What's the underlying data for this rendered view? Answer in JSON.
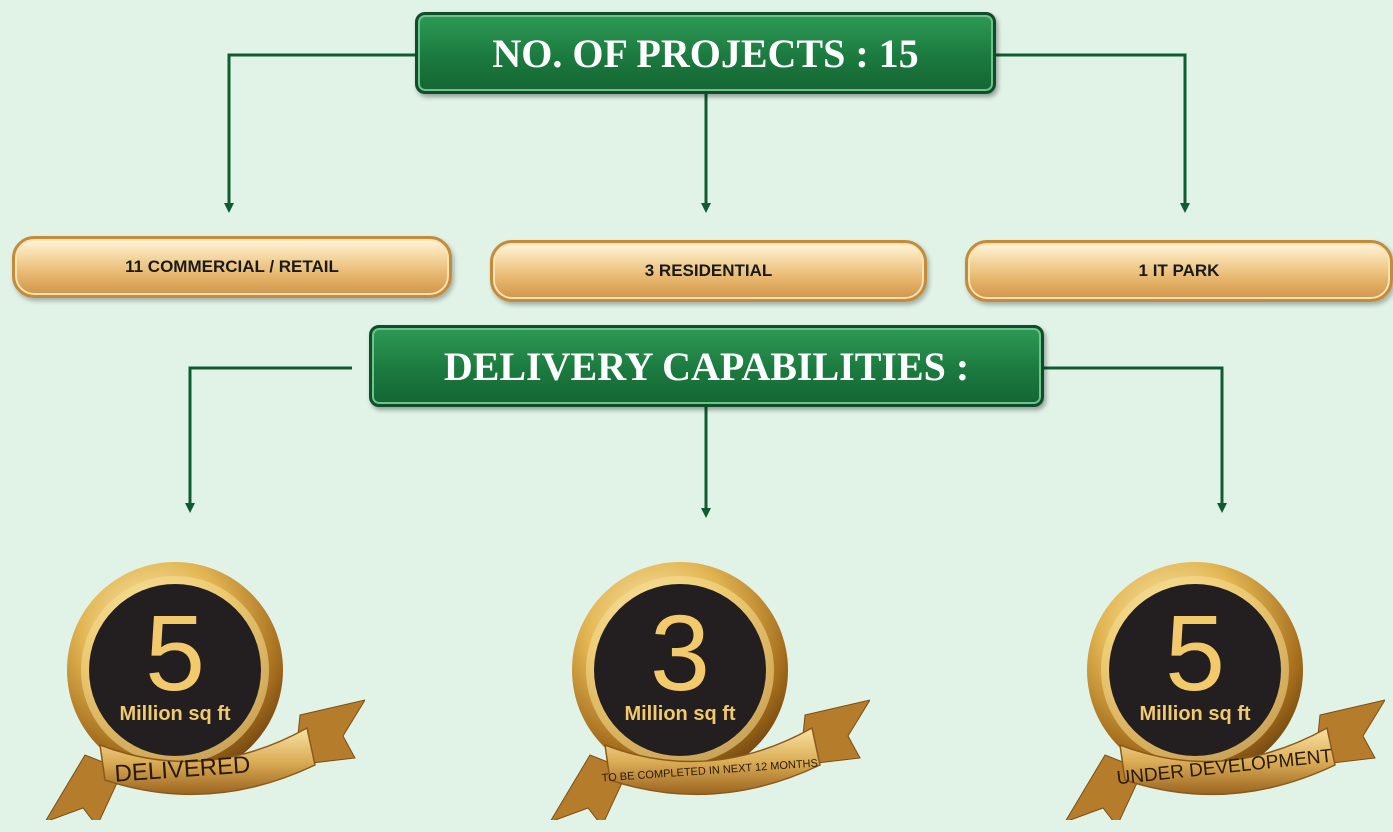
{
  "projects_header": "NO. OF PROJECTS : 15",
  "project_types": [
    {
      "label": "11 COMMERCIAL / RETAIL"
    },
    {
      "label": "3 RESIDENTIAL"
    },
    {
      "label": "1 IT PARK"
    }
  ],
  "delivery_header": "DELIVERY CAPABILITIES :",
  "capabilities": [
    {
      "value": "5",
      "unit": "Million sq ft",
      "status": "DELIVERED"
    },
    {
      "value": "3",
      "unit": "Million sq ft",
      "status": "TO BE COMPLETED IN NEXT 12 MONTHS"
    },
    {
      "value": "5",
      "unit": "Million sq ft",
      "status": "UNDER DEVELOPMENT"
    }
  ],
  "colors": {
    "background": "#e1f3e7",
    "header_green": "#1b7a3f",
    "connector": "#0f5c33",
    "gold": "#e6b56b",
    "badge_dark": "#231f20"
  }
}
